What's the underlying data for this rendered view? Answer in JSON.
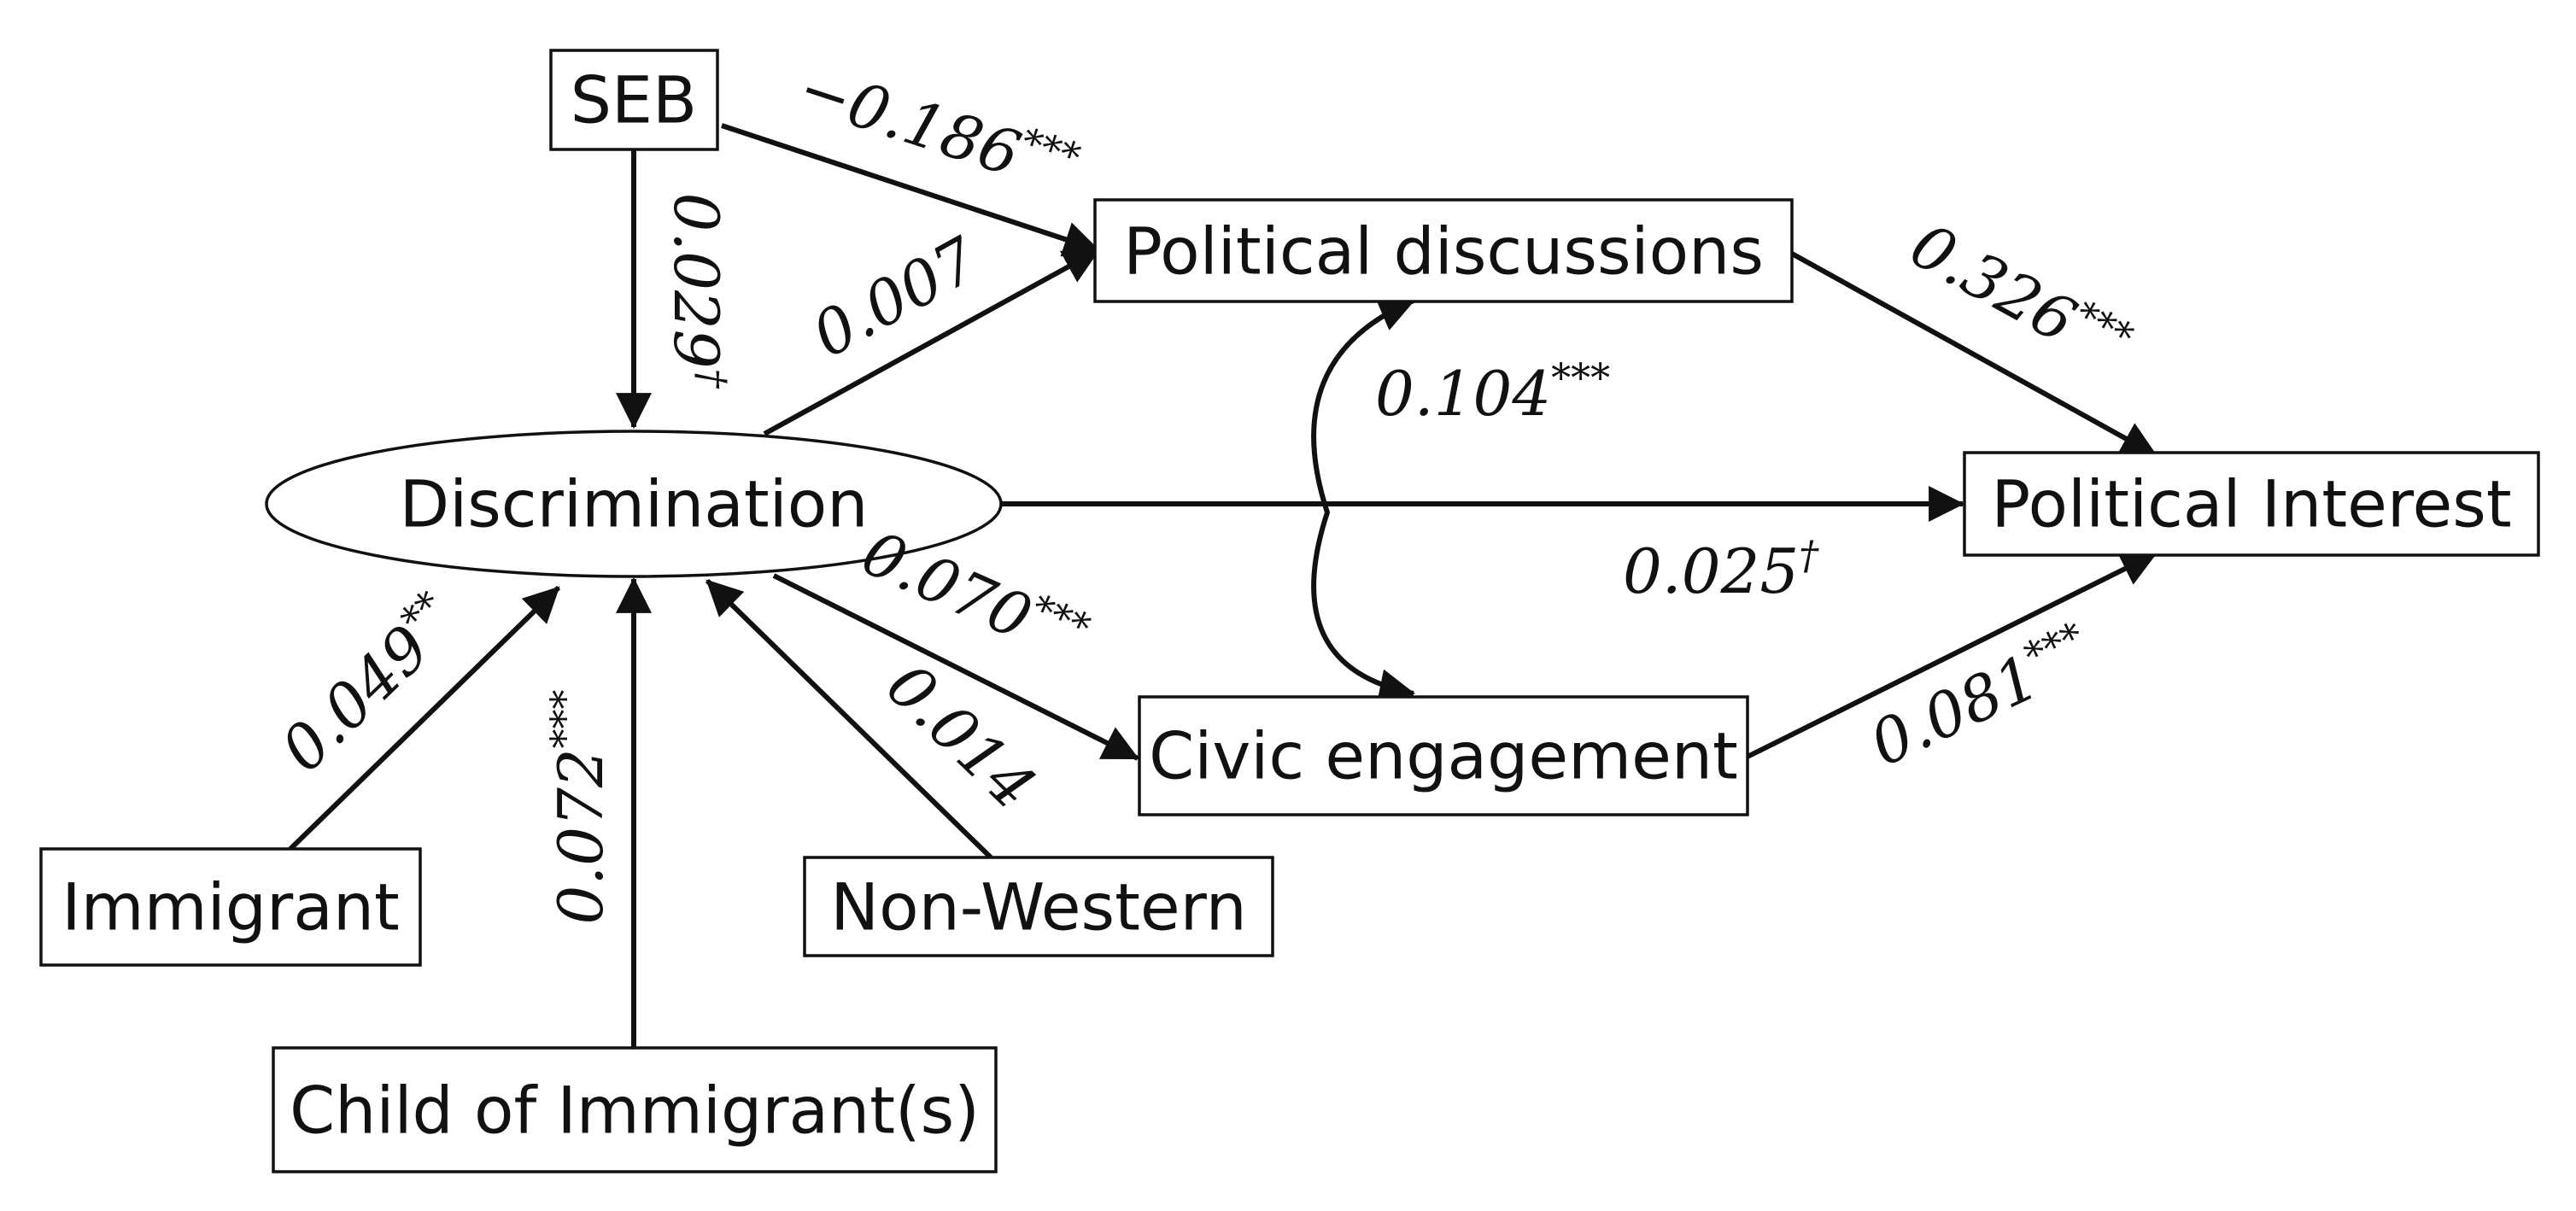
{
  "nodes": {
    "seb": "SEB",
    "discrimination": "Discrimination",
    "political_discussions": "Political discussions",
    "political_interest": "Political Interest",
    "civic_engagement": "Civic engagement",
    "immigrant": "Immigrant",
    "child_of_immigrants": "Child of Immigrant(s)",
    "non_western": "Non-Western"
  },
  "paths": {
    "seb_to_discussions": {
      "coef": "−0.186",
      "sig": "***"
    },
    "seb_to_discrimination": {
      "coef": "0.029",
      "sig": "†"
    },
    "discrimination_to_discussions": {
      "coef": "0.007",
      "sig": ""
    },
    "discussions_to_interest": {
      "coef": "0.326",
      "sig": "***"
    },
    "discussions_civic_covariance": {
      "coef": "0.104",
      "sig": "***"
    },
    "discrimination_to_interest": {
      "coef": "0.025",
      "sig": "†"
    },
    "discrimination_to_civic": {
      "coef": "0.070",
      "sig": "***"
    },
    "civic_to_interest": {
      "coef": "0.081",
      "sig": "***"
    },
    "immigrant_to_discrimination": {
      "coef": "0.049",
      "sig": "**"
    },
    "child_to_discrimination": {
      "coef": "0.072",
      "sig": "***"
    },
    "nonwestern_to_discrimination": {
      "coef": "0.014",
      "sig": ""
    }
  }
}
